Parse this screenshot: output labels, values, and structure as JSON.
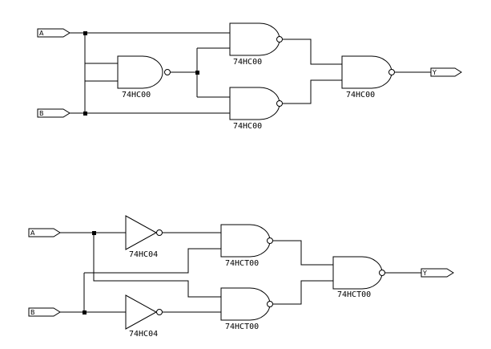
{
  "circuit_top": {
    "inputs": [
      "A",
      "B"
    ],
    "output": "Y",
    "parts": [
      "74HC00",
      "74HC00",
      "74HC00",
      "74HC00"
    ]
  },
  "circuit_bottom": {
    "inputs": [
      "A",
      "B"
    ],
    "output": "Y",
    "parts": [
      "74HC04",
      "74HC04",
      "74HCT00",
      "74HCT00",
      "74HCT00"
    ]
  }
}
